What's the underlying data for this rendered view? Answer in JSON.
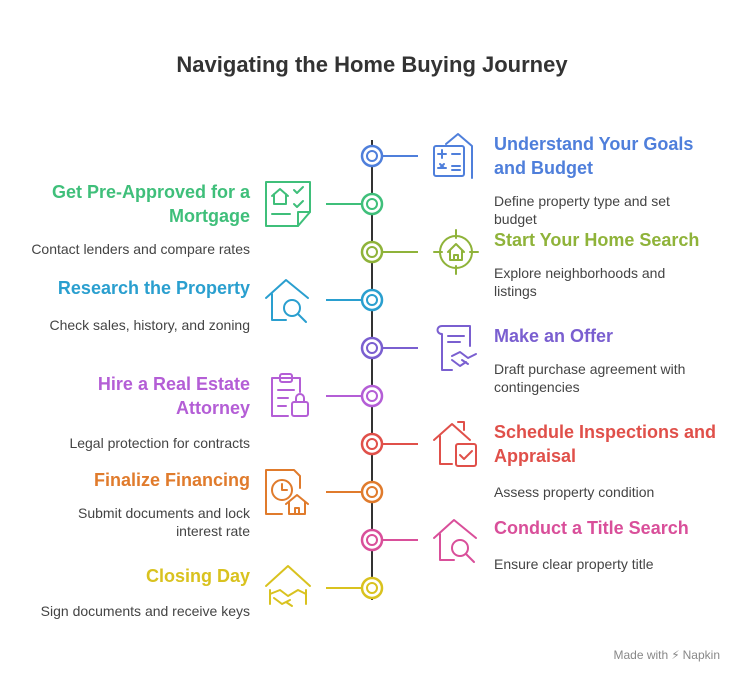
{
  "title": "Navigating the Home Buying Journey",
  "footer": {
    "made_with": "Made with",
    "brand": "Napkin"
  },
  "steps": [
    {
      "title": "Understand Your Goals and Budget",
      "desc": "Define property type and set budget",
      "side": "right",
      "color": "#4f7fdb",
      "icon": "calculator-house-icon"
    },
    {
      "title": "Get Pre-Approved for a Mortgage",
      "desc": "Contact lenders and compare rates",
      "side": "left",
      "color": "#3fbf7a",
      "icon": "checklist-house-icon"
    },
    {
      "title": "Start Your Home Search",
      "desc": "Explore neighborhoods and listings",
      "side": "right",
      "color": "#8fb33a",
      "icon": "target-house-icon"
    },
    {
      "title": "Research the Property",
      "desc": "Check sales, history, and zoning",
      "side": "left",
      "color": "#2a9fcf",
      "icon": "house-search-icon"
    },
    {
      "title": "Make an Offer",
      "desc": "Draft purchase agreement with contingencies",
      "side": "right",
      "color": "#7a5fd0",
      "icon": "contract-handshake-icon"
    },
    {
      "title": "Hire a Real Estate Attorney",
      "desc": "Legal protection for contracts",
      "side": "left",
      "color": "#b45ed6",
      "icon": "clipboard-lock-icon"
    },
    {
      "title": "Schedule Inspections and Appraisal",
      "desc": "Assess property condition",
      "side": "right",
      "color": "#e0504a",
      "icon": "house-check-icon"
    },
    {
      "title": "Finalize Financing",
      "desc": "Submit documents and lock interest rate",
      "side": "left",
      "color": "#e07b2c",
      "icon": "document-clock-house-icon"
    },
    {
      "title": "Conduct a Title Search",
      "desc": "Ensure clear property title",
      "side": "right",
      "color": "#d94f9a",
      "icon": "house-search-icon"
    },
    {
      "title": "Closing Day",
      "desc": "Sign documents and receive keys",
      "side": "left",
      "color": "#d9c21f",
      "icon": "house-handshake-icon"
    }
  ]
}
